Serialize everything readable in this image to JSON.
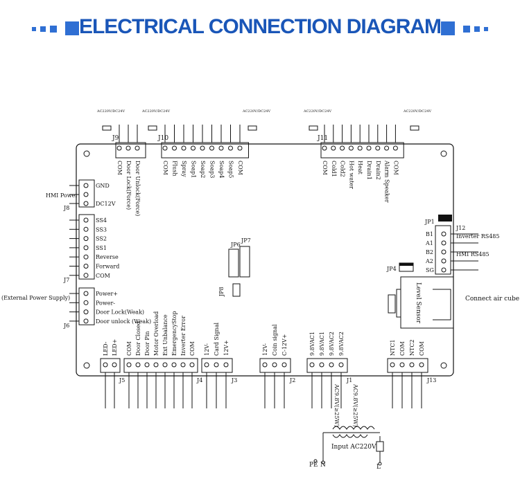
{
  "header": {
    "title": "ELECTRICAL CONNECTION DIAGRAM",
    "accent_color": "#1a56b8",
    "decor_color": "#2f6fd3"
  },
  "supply_labels": {
    "j9": "AC220V/DC24V",
    "j9b": "AC220V/DC24V",
    "j10": "AC220V/DC24V",
    "j11": "AC220V/DC24V",
    "j11b": "AC220V/DC24V"
  },
  "connectors": {
    "j9": {
      "name": "J9",
      "pins": [
        "COM",
        "Door Lock(Force)",
        "Door Unlock(Force)"
      ]
    },
    "j10": {
      "name": "J10",
      "pins": [
        "COM",
        "Flush",
        "Spray",
        "Soap1",
        "Soap2",
        "Soap3",
        "Soap4",
        "Soap5",
        "COM"
      ]
    },
    "j11": {
      "name": "J11",
      "pins": [
        "COM",
        "Cold1",
        "Cold2",
        "Hot water",
        "Heat",
        "Drain1",
        "Drain2",
        "Alarm Speaker",
        "COM"
      ]
    },
    "j8": {
      "name": "J8",
      "pins": [
        "GND",
        "",
        "DC12V"
      ],
      "side": "HMI Power"
    },
    "j7": {
      "name": "J7",
      "pins": [
        "SS4",
        "SS3",
        "SS2",
        "SS1",
        "Reverse",
        "Forward",
        "COM"
      ]
    },
    "j6": {
      "name": "J6",
      "pins": [
        "Power+",
        "Power-",
        "Door Lock(Weak)",
        "Door unlock (Weak)"
      ],
      "side": "(External Power Supply)"
    },
    "j12": {
      "name": "J12",
      "pins": [
        "B1",
        "A1",
        "B2",
        "A2",
        "SG"
      ],
      "inverter": "Inverter RS485",
      "hmi": "HMI RS485"
    },
    "j5": {
      "name": "J5",
      "pins": [
        "LED-",
        "LED+"
      ]
    },
    "j4": {
      "name": "J4",
      "pins": [
        "COM",
        "Door Closed",
        "Door Pin",
        "Motor Overload",
        "Ext Unbalance",
        "EmergencyStop",
        "Inverter Error",
        "COM"
      ]
    },
    "j3": {
      "name": "J3",
      "pins": [
        "12V-",
        "Card Signal",
        "12V+"
      ]
    },
    "j2": {
      "name": "J2",
      "pins": [
        "12V-",
        "Coin signal",
        "C-12V+"
      ]
    },
    "j1": {
      "name": "J1",
      "pins": [
        "9.8VAC1",
        "9.8VAC1",
        "9.8VAC2",
        "9.8VAC2"
      ]
    },
    "j13": {
      "name": "J13",
      "pins": [
        "NTC1",
        "COM",
        "NTC2",
        "COM"
      ]
    }
  },
  "jumpers": [
    "JP1",
    "JP4",
    "JP6",
    "JP7",
    "JP8"
  ],
  "level_sensor": "Level Sensor",
  "air_cube": "Connect air cube",
  "transformer": {
    "left": "AC9.8V(≥25W)",
    "right": "AC9.8V(≥25W)",
    "input": "Input AC220V"
  },
  "ground": {
    "pe": "PE",
    "n": "N",
    "l": "L"
  }
}
